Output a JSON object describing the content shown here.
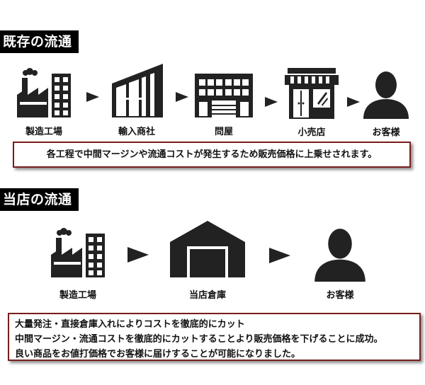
{
  "section1": {
    "title": "既存の流通",
    "steps": [
      {
        "label": "製造工場",
        "icon": "factory-icon"
      },
      {
        "label": "輸入商社",
        "icon": "office-building-icon"
      },
      {
        "label": "問屋",
        "icon": "wholesale-building-icon"
      },
      {
        "label": "小売店",
        "icon": "retail-store-icon"
      },
      {
        "label": "お客様",
        "icon": "customer-icon"
      }
    ],
    "note": "各工程で中間マージンや流通コストが発生するため販売価格に上乗せされます。"
  },
  "section2": {
    "title": "当店の流通",
    "steps": [
      {
        "label": "製造工場",
        "icon": "factory-icon"
      },
      {
        "label": "当店倉庫",
        "icon": "warehouse-icon"
      },
      {
        "label": "お客様",
        "icon": "customer-icon"
      }
    ],
    "notes": [
      "大量発注・直接倉庫入れによりコストを徹底的にカット",
      "中間マージン・流通コストを徹底的にカットすることより販売価格を下げることに成功。",
      "良い商品をお値打価格でお客様に届けすることが可能になりました。"
    ]
  },
  "colors": {
    "header_bg": "#000000",
    "header_text": "#ffffff",
    "icon": "#222222",
    "notice_border": "#7a1d1d"
  }
}
